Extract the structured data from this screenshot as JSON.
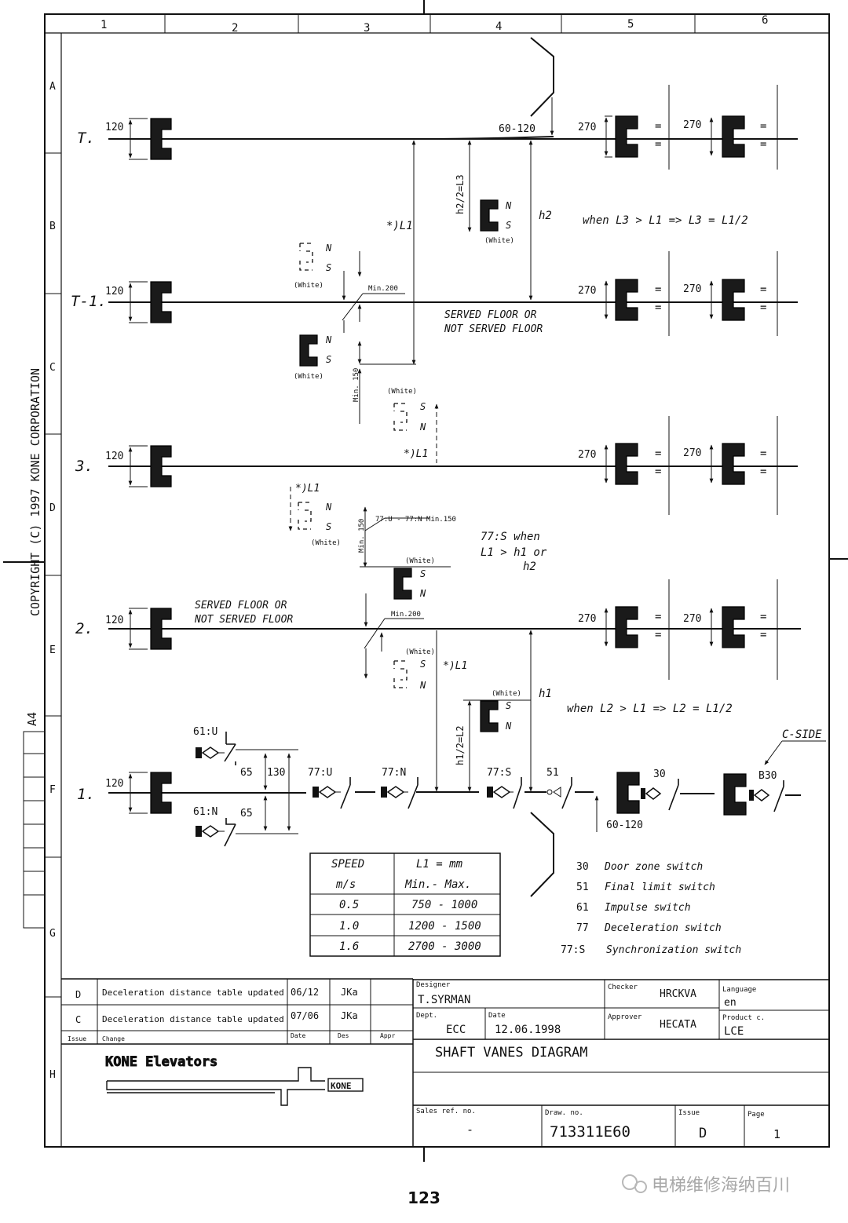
{
  "copyright": "COPYRIGHT (C) 1997 KONE CORPORATION",
  "paper_size": "A4",
  "zone_columns": [
    "1",
    "2",
    "3",
    "4",
    "5",
    "6"
  ],
  "zone_rows": [
    "A",
    "B",
    "C",
    "D",
    "E",
    "F",
    "G",
    "H"
  ],
  "floors": {
    "top": "T.",
    "top_minus_1": "T-1.",
    "third": "3.",
    "second": "2.",
    "first": "1."
  },
  "dims": {
    "d120": "120",
    "d270": "270",
    "d60_120": "60-120",
    "d65": "65",
    "d130": "130",
    "d30": "30",
    "b30": "B30",
    "eq": "=",
    "min200": "Min.200",
    "min150": "Min. 150",
    "l1": "*)L1",
    "h1": "h1",
    "h2": "h2",
    "h2_half": "h2/2=L3",
    "h1_half": "h1/2=L2",
    "d77un": "77:U - 77:N Min.150"
  },
  "pole": {
    "n": "N",
    "s": "S",
    "white": "(White)"
  },
  "notes": {
    "served_floor_1": "SERVED FLOOR  OR",
    "served_floor_2": "NOT SERVED FLOOR",
    "when_l3": "when  L3 > L1 => L3 = L1/2",
    "when_l2": "when  L2 > L1 => L2 = L1/2",
    "s77_1": "77:S when",
    "s77_2": "L1 > h1 or",
    "s77_3": "h2",
    "c_side": "C-SIDE"
  },
  "switches": {
    "s61u": "61:U",
    "s61n": "61:N",
    "s77u": "77:U",
    "s77n": "77:N",
    "s77s": "77:S",
    "s51": "51"
  },
  "speed_table": {
    "h1": "SPEED",
    "h2": "L1  =  mm",
    "u1": "m/s",
    "u2": "Min.- Max.",
    "rows": [
      {
        "speed": "0.5",
        "range": "750 - 1000"
      },
      {
        "speed": "1.0",
        "range": "1200 - 1500"
      },
      {
        "speed": "1.6",
        "range": "2700 - 3000"
      }
    ]
  },
  "legend": [
    {
      "code": "30",
      "text": "Door zone switch"
    },
    {
      "code": "51",
      "text": "Final limit switch"
    },
    {
      "code": "61",
      "text": "Impulse switch"
    },
    {
      "code": "77",
      "text": "Deceleration switch"
    },
    {
      "code": "77:S",
      "text": "Synchronization switch"
    }
  ],
  "revisions": {
    "rows": [
      {
        "issue": "D",
        "change": "Deceleration distance table updated",
        "date": "06/12",
        "des": "JKa"
      },
      {
        "issue": "C",
        "change": "Deceleration distance table updated",
        "date": "07/06",
        "des": "JKa"
      }
    ],
    "h_issue": "Issue",
    "h_change": "Change",
    "h_date": "Date",
    "h_des": "Des",
    "h_appr": "Appr"
  },
  "title_block": {
    "company": "KONE Elevators",
    "logo": "KONE",
    "designer_label": "Designer",
    "designer": "T.SYRMAN",
    "checker_label": "Checker",
    "checker": "HRCKVA",
    "language_label": "Language",
    "language": "en",
    "dept_label": "Dept.",
    "dept": "ECC",
    "date_label": "Date",
    "date": "12.06.1998",
    "approver_label": "Approver",
    "approver": "HECATA",
    "product_label": "Product c.",
    "product": "LCE",
    "title": "SHAFT VANES DIAGRAM",
    "sales_label": "Sales ref. no.",
    "sales": "-",
    "draw_label": "Draw. no.",
    "draw": "713311E60",
    "issue_label": "Issue",
    "issue": "D",
    "page_label": "Page",
    "page": "1"
  },
  "page_number": "123",
  "watermark": "电梯维修海纳百川"
}
